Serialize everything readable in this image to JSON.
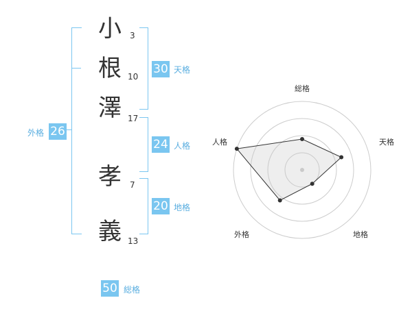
{
  "name": {
    "chars": [
      {
        "char": "小",
        "strokes": "3"
      },
      {
        "char": "根",
        "strokes": "10"
      },
      {
        "char": "澤",
        "strokes": "17"
      },
      {
        "char": "孝",
        "strokes": "7"
      },
      {
        "char": "義",
        "strokes": "13"
      }
    ]
  },
  "fortunes": {
    "tenkaku": {
      "value": "30",
      "label": "天格"
    },
    "jinkaku": {
      "value": "24",
      "label": "人格"
    },
    "chikaku": {
      "value": "20",
      "label": "地格"
    },
    "gaikaku": {
      "value": "26",
      "label": "外格"
    },
    "soukaku": {
      "value": "50",
      "label": "総格"
    }
  },
  "colors": {
    "accent": "#7ac6f0",
    "accent_text": "#5aaee0",
    "text": "#333333",
    "grid": "#cccccc"
  },
  "chart_data": {
    "type": "radar",
    "axes": [
      "総格",
      "天格",
      "地格",
      "外格",
      "人格"
    ],
    "values": [
      0.45,
      0.6,
      0.25,
      0.55,
      1.0
    ],
    "range": [
      0,
      1
    ],
    "rings": 4
  }
}
